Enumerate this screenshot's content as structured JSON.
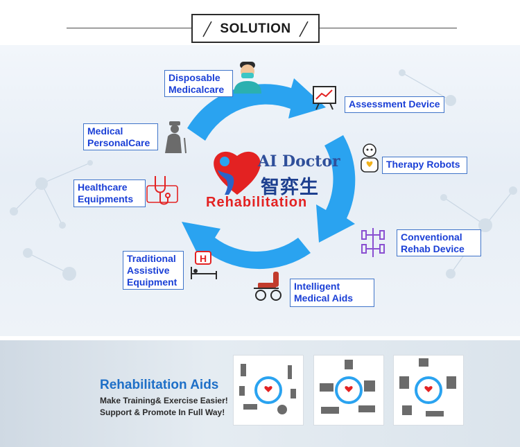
{
  "header": {
    "title": "SOLUTION"
  },
  "diagram": {
    "logo": {
      "en": "AI Doctor",
      "cn": "智弈生",
      "tagline": "Rehabilitation"
    },
    "labels": {
      "disposable": [
        "Disposable",
        "Medicalcare"
      ],
      "assessment": [
        "Assessment  Device"
      ],
      "therapy": [
        "Therapy  Robots"
      ],
      "conventional": [
        "Conventional",
        "Rehab Device"
      ],
      "intelligent": [
        "Intelligent",
        "Medical Aids"
      ],
      "traditional": [
        "Traditional",
        "Assistive",
        "Equipment"
      ],
      "healthcare": [
        "Healthcare",
        "Equipments"
      ],
      "personal": [
        "Medical",
        "PersonalCare"
      ]
    }
  },
  "banner": {
    "title": "Rehabilitation Aids",
    "line1": "Make Training& Exercise Easier!",
    "line2": "Support & Promote In Full Way!"
  },
  "colors": {
    "cycle": "#2aa3f0",
    "label_text": "#1a3fd6",
    "label_border": "#3f74c9",
    "accent_red": "#e32222"
  }
}
